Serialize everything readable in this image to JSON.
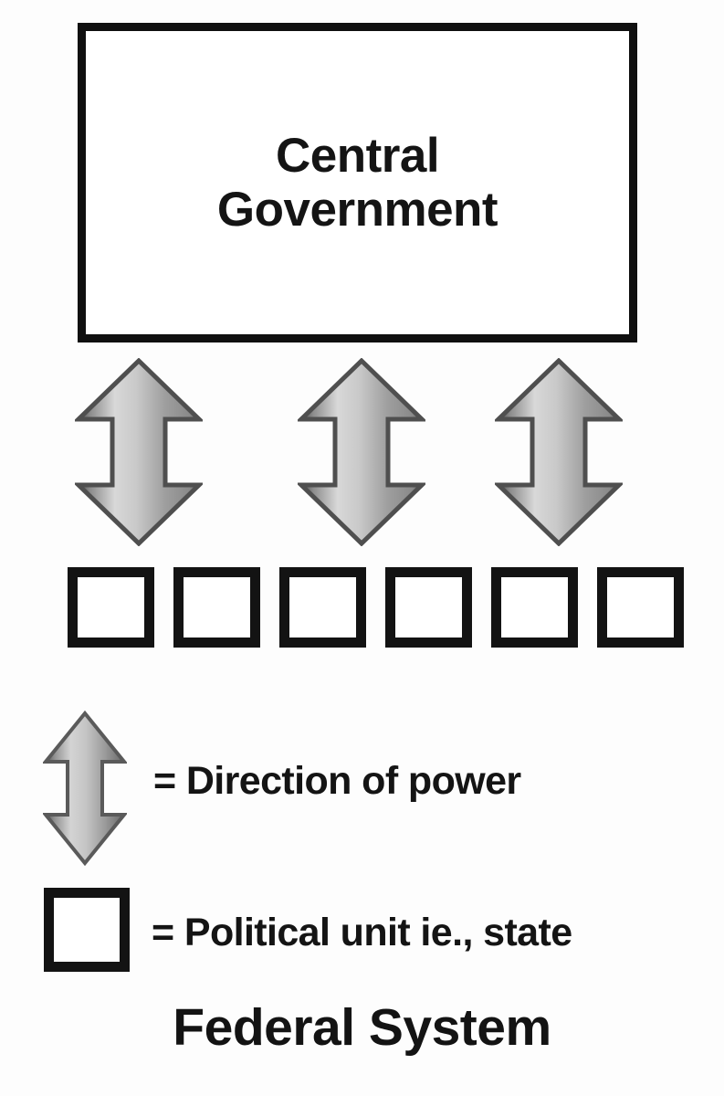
{
  "diagram": {
    "caption": "Federal System",
    "background_color": "#fdfdfd",
    "central_node": {
      "label": "Central\nGovernment",
      "border_color": "#101010",
      "fill_color": "#ffffff"
    },
    "connectors": {
      "count": 3,
      "icon": "double-headed-vertical-arrow",
      "meaning": "Direction of power",
      "gradient_dark": "#4a4a4a",
      "gradient_light": "#d9d9d9",
      "outline_color": "#4f4f4f"
    },
    "political_units": {
      "count": 6,
      "icon": "square-outline",
      "meaning": "Political unit ie., state",
      "border_color": "#131313",
      "fill_color": "#ffffff"
    },
    "legend": {
      "items": [
        {
          "symbol": "double-headed-vertical-arrow",
          "label": "= Direction of power"
        },
        {
          "symbol": "square-outline",
          "label": "= Political unit ie., state"
        }
      ]
    }
  }
}
